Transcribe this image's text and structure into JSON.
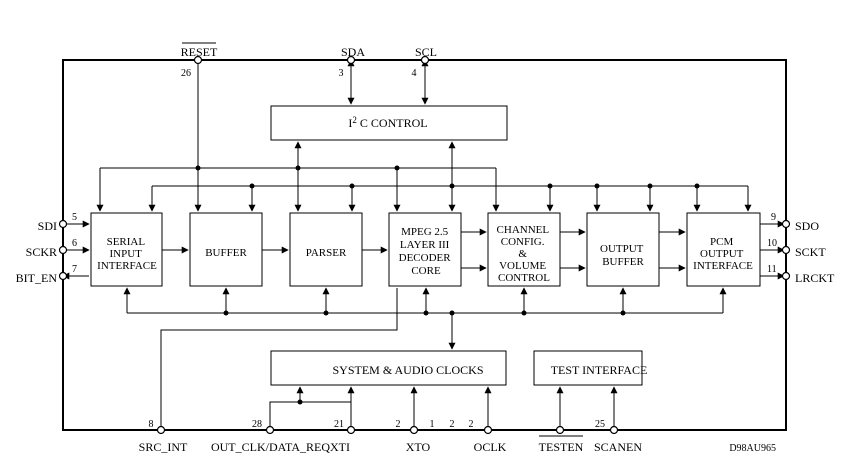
{
  "blocks": {
    "i2c": {
      "prefix": "I",
      "sup": "2",
      "rest": "C CONTROL"
    },
    "serial_input": [
      "SERIAL",
      "INPUT",
      "INTERFACE"
    ],
    "buffer": [
      "BUFFER"
    ],
    "parser": [
      "PARSER"
    ],
    "decoder": [
      "MPEG 2.5",
      "LAYER III",
      "DECODER",
      "CORE"
    ],
    "channel": [
      "CHANNEL",
      "CONFIG.",
      "&",
      "VOLUME",
      "CONTROL"
    ],
    "output_buffer": [
      "OUTPUT",
      "BUFFER"
    ],
    "pcm": [
      "PCM",
      "OUTPUT",
      "INTERFACE"
    ],
    "clocks": [
      "SYSTEM & AUDIO CLOCKS"
    ],
    "test": [
      "TEST INTERFACE"
    ]
  },
  "pins": {
    "reset": {
      "name": "RESET",
      "num": "26"
    },
    "sda": {
      "name": "SDA",
      "num": "3"
    },
    "scl": {
      "name": "SCL",
      "num": "4"
    },
    "sdi": {
      "name": "SDI",
      "num": "5"
    },
    "sckr": {
      "name": "SCKR",
      "num": "6"
    },
    "bit_en": {
      "name": "BIT_EN",
      "num": "7"
    },
    "sdo": {
      "name": "SDO",
      "num": "9"
    },
    "sckt": {
      "name": "SCKT",
      "num": "10"
    },
    "lrckt": {
      "name": "LRCKT",
      "num": "11"
    },
    "src_int": {
      "name": "SRC_INT",
      "num": "8"
    },
    "out_clk": {
      "name": "OUT_CLK/DATA_REQ",
      "num": "28"
    },
    "xti": {
      "name": "XTI",
      "num": "21"
    },
    "xto": {
      "name": "XTO",
      "num": "1"
    },
    "oclk": {
      "name": "OCLK",
      "num": "2"
    },
    "testen": {
      "name": "TESTEN",
      "num": ""
    },
    "scanen": {
      "name": "SCANEN",
      "num": "25"
    }
  },
  "gnd_nums": [
    "2",
    "2"
  ],
  "figure_code": "D98AU965",
  "colors": {
    "line": "#000000",
    "background": "#ffffff"
  }
}
